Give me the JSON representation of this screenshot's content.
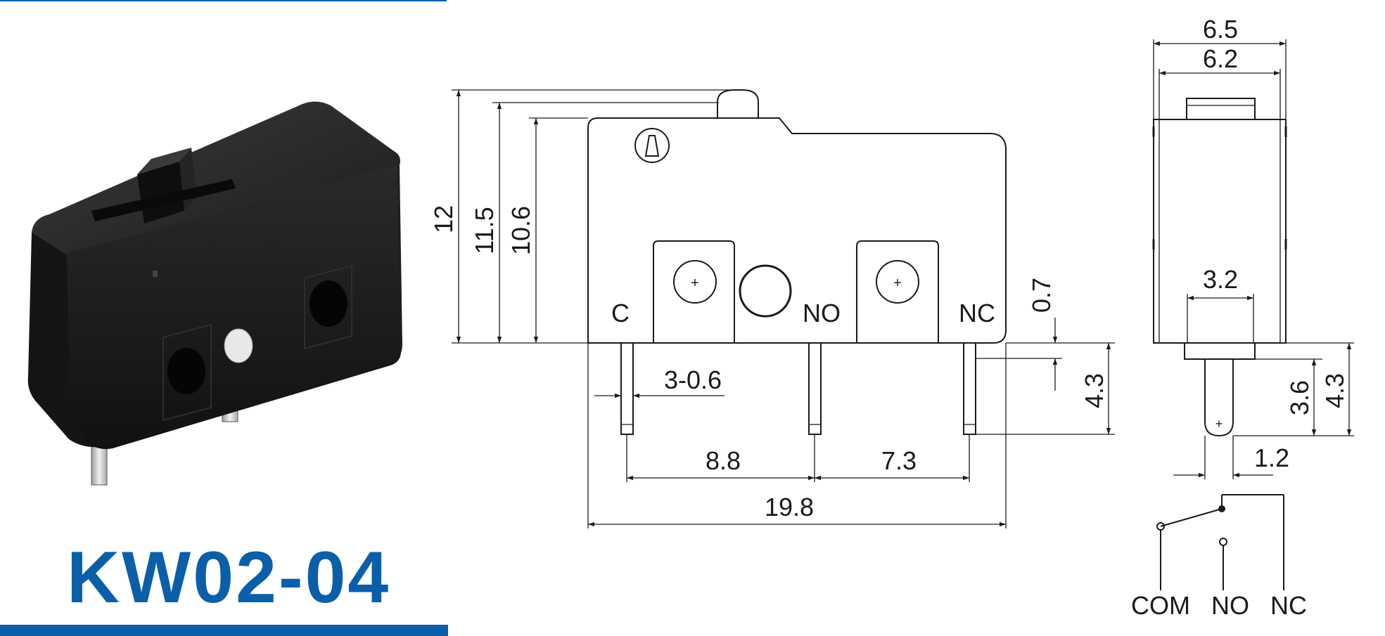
{
  "product": {
    "model": "KW02-04",
    "accent_color": "#0b5fa8"
  },
  "front_view": {
    "terminal_labels": [
      "C",
      "NO",
      "NC"
    ],
    "dimensions": {
      "overall_height": "12",
      "height_to_top": "11.5",
      "body_height": "10.6",
      "pin_offset": "0.7",
      "pin_length": "4.3",
      "pin_width": "3-0.6",
      "pitch_c_no": "8.8",
      "pitch_no_nc": "7.3",
      "body_length": "19.8"
    }
  },
  "side_view": {
    "dimensions": {
      "outer_width": "6.5",
      "inner_width": "6.2",
      "pin_width": "3.2",
      "pin_length_inner": "3.6",
      "pin_length_outer": "4.3",
      "pin_thickness": "1.2"
    }
  },
  "schematic": {
    "labels": [
      "COM",
      "NO",
      "NC"
    ]
  }
}
